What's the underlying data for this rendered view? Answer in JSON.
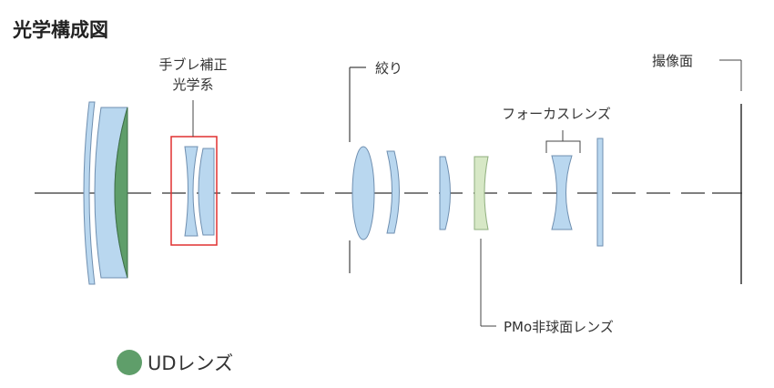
{
  "title": "光学構成図",
  "labels": {
    "is_group_line1": "手ブレ補正",
    "is_group_line2": "光学系",
    "aperture": "絞り",
    "image_plane": "撮像面",
    "focus_lens": "フォーカスレンズ",
    "pmo_aspherical": "PMo非球面レンズ"
  },
  "legend": {
    "ud_lens": "UDレンズ",
    "ud_color": "#5f9e6a"
  },
  "colors": {
    "lens_fill": "#b9d7ef",
    "lens_stroke": "#6f8fb0",
    "ud_fill": "#5f9e6a",
    "pmo_fill": "#d7e8c6",
    "highlight_box": "#e03030",
    "axis": "#333333"
  }
}
